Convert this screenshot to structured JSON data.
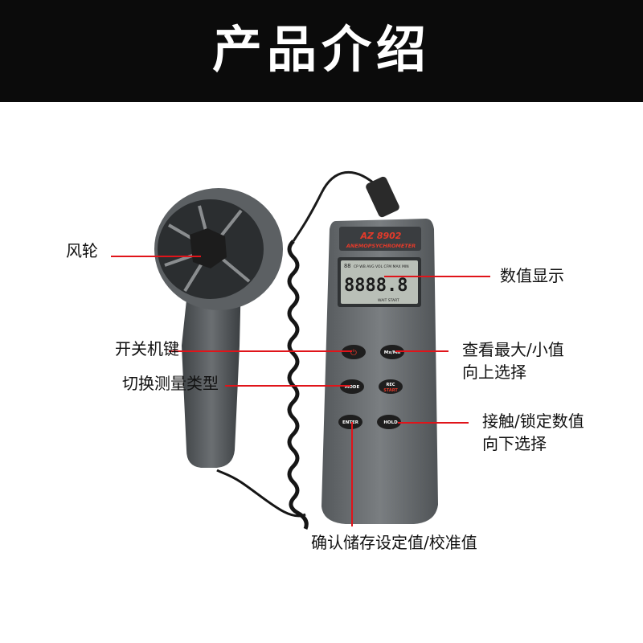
{
  "header": {
    "title": "产品介绍"
  },
  "device": {
    "model": "AZ 8902",
    "subtitle": "ANEMOPSYCHROMETER",
    "lcd_main": "8888.8",
    "lcd_small": "88",
    "lcd_top_labels": "CP WB AVG VOL CFM MAX MIN",
    "lcd_bottom_labels": "WAIT START",
    "buttons": {
      "power": "⏻",
      "maxmin": "Mx/Mn",
      "mode": "MODE",
      "rec": "REC",
      "start": "START",
      "enter": "ENTER",
      "hold": "HOLD"
    }
  },
  "callouts": {
    "impeller": "风轮",
    "display": "数值显示",
    "power": "开关机键",
    "mode": "切换测量类型",
    "maxmin_line1": "查看最大/小值",
    "maxmin_line2": "向上选择",
    "hold_line1": "接触/锁定数值",
    "hold_line2": "向下选择",
    "enter": "确认储存设定值/校准值"
  },
  "colors": {
    "header": "#0b0b0b",
    "line": "#e0141a",
    "body": "#6f7376",
    "lcd": "#b9bfb7"
  }
}
